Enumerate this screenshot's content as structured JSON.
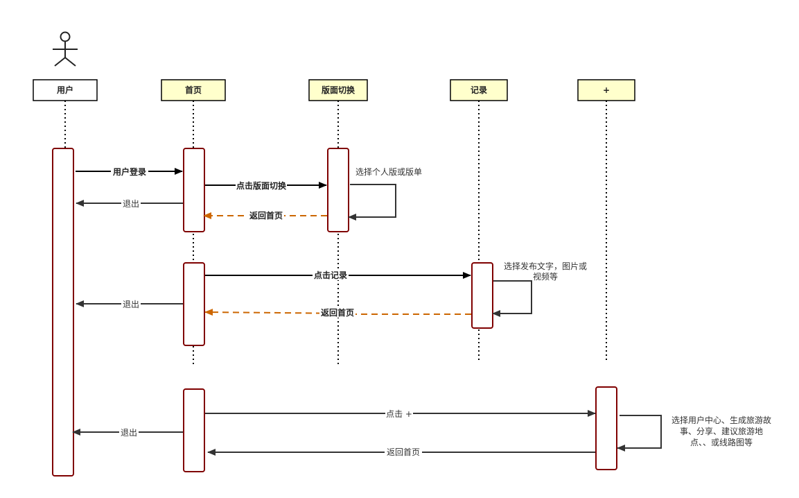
{
  "diagram": {
    "type": "sequence-diagram",
    "colors": {
      "actor_box_fill": "#ffffff",
      "participant_fill": "#ffffcc",
      "activation_stroke": "#7f0000",
      "message": "#000000",
      "return_dashed": "#cc6600",
      "return_solid": "#333333"
    },
    "actor": {
      "label": "用户"
    },
    "participants": [
      {
        "id": "user",
        "label": "用户"
      },
      {
        "id": "home",
        "label": "首页"
      },
      {
        "id": "switch",
        "label": "版面切换"
      },
      {
        "id": "record",
        "label": "记录"
      },
      {
        "id": "plus",
        "label": "+"
      }
    ],
    "messages": [
      {
        "from": "user",
        "to": "home",
        "label": "用户登录",
        "style": "solid-bold"
      },
      {
        "from": "home",
        "to": "switch",
        "label": "点击版面切换",
        "style": "solid-bold"
      },
      {
        "from": "switch",
        "to": "switch",
        "label": "选择个人版或版单",
        "style": "self"
      },
      {
        "from": "home",
        "to": "user",
        "label": "退出",
        "style": "solid"
      },
      {
        "from": "switch",
        "to": "home",
        "label": "返回首页",
        "style": "dashed-orange"
      },
      {
        "from": "home",
        "to": "record",
        "label": "点击记录",
        "style": "solid-bold"
      },
      {
        "from": "record",
        "to": "record",
        "label": "选择发布文字，图片或视频等",
        "lines": [
          "选择发布文字，图片或",
          "视频等"
        ],
        "style": "self"
      },
      {
        "from": "home",
        "to": "user",
        "label": "退出",
        "style": "solid"
      },
      {
        "from": "record",
        "to": "home",
        "label": "返回首页",
        "style": "dashed-orange"
      },
      {
        "from": "home",
        "to": "plus",
        "label": "点击 +",
        "style": "solid"
      },
      {
        "from": "plus",
        "to": "plus",
        "label": "选择用户中心、生成旅游故事、分享、建议旅游地点、、或线路图等",
        "lines": [
          "选择用户中心、生成旅游故",
          "事、分享、建议旅游地",
          "点、、或线路图等"
        ],
        "style": "self"
      },
      {
        "from": "home",
        "to": "user",
        "label": "退出",
        "style": "solid"
      },
      {
        "from": "plus",
        "to": "home",
        "label": "返回首页",
        "style": "solid"
      }
    ]
  }
}
